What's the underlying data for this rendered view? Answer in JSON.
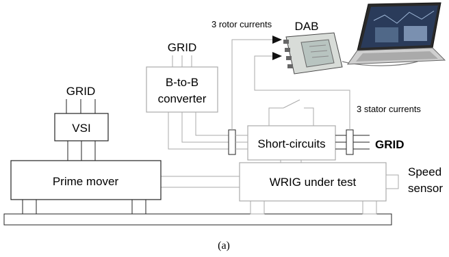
{
  "figure": {
    "caption": "(a)"
  },
  "blocks": {
    "prime_mover": "Prime mover",
    "wrig": "WRIG under test",
    "vsi": "VSI",
    "btob_line1": "B-to-B",
    "btob_line2": "converter",
    "short_circuits": "Short-circuits",
    "dab": "DAB"
  },
  "labels": {
    "grid_vsi": "GRID",
    "grid_btob": "GRID",
    "grid_right": "GRID",
    "rotor_currents": "3 rotor currents",
    "stator_currents": "3 stator currents",
    "speed_line1": "Speed",
    "speed_line2": "sensor"
  },
  "colors": {
    "line": "#222222",
    "faint": "#aaaaaa",
    "device_body": "#d8dcd8",
    "screen": "#2a3b5a"
  }
}
